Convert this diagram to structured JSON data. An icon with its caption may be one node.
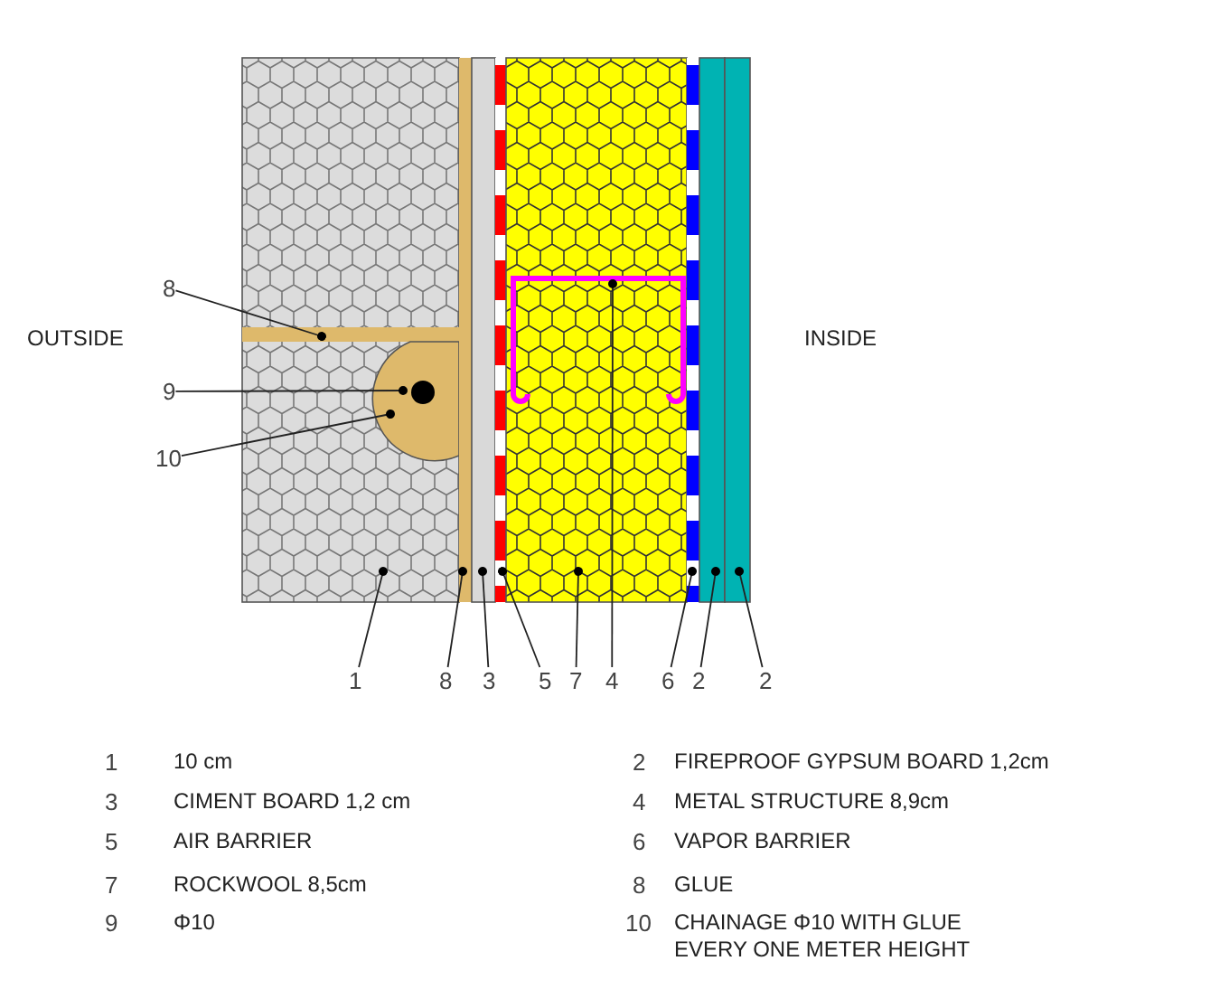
{
  "diagram": {
    "nodes": [
      {
        "text": [
          "8"
        ]
      },
      {
        "text": [
          "9"
        ]
      },
      {
        "text": [
          "10"
        ]
      },
      {
        "text": [
          "1"
        ]
      },
      {
        "text": [
          "8"
        ]
      },
      {
        "text": [
          "3"
        ]
      },
      {
        "text": [
          "5"
        ]
      },
      {
        "text": [
          "7"
        ]
      },
      {
        "text": [
          "4"
        ]
      },
      {
        "text": [
          "6"
        ]
      },
      {
        "text": [
          "2"
        ]
      },
      {
        "text": [
          "2"
        ]
      },
      {
        "text": [],
        "shape": "box"
      },
      {
        "text": [],
        "shape": "bar",
        "in": 12
      },
      {
        "text": [],
        "shape": "picture",
        "in": 12
      },
      {
        "text": [],
        "shape": "circle",
        "in": 14
      },
      {
        "text": [],
        "shape": "bar"
      },
      {
        "text": [],
        "shape": "box"
      },
      {
        "text": [],
        "shape": "bar"
      },
      {
        "text": [],
        "shape": "box"
      },
      {
        "text": [],
        "shape": "picture",
        "in": 19
      },
      {
        "text": [],
        "shape": "bar"
      },
      {
        "text": [],
        "shape": "box"
      },
      {
        "text": [],
        "shape": "box"
      }
    ],
    "edges": [
      {
        "from": 0,
        "to": 13,
        "arrow": "other"
      },
      {
        "from": 1,
        "to": 15,
        "arrow": "other"
      },
      {
        "from": 2,
        "to": 14,
        "arrow": "other"
      },
      {
        "from": 3,
        "to": 12,
        "arrow": "other"
      },
      {
        "from": 4,
        "to": 16,
        "arrow": "other"
      },
      {
        "from": 5,
        "to": 17,
        "arrow": "other"
      },
      {
        "from": 6,
        "to": 18,
        "arrow": "other"
      },
      {
        "from": 7,
        "to": 19,
        "arrow": "other"
      },
      {
        "from": 8,
        "to": 20,
        "arrow": "other"
      },
      {
        "from": 9,
        "to": 21,
        "arrow": "other"
      },
      {
        "from": 10,
        "to": 22,
        "arrow": "other"
      },
      {
        "from": 11,
        "to": 23,
        "arrow": "other"
      }
    ],
    "labels": [
      "OUTSIDE",
      "INSIDE",
      "1",
      "10 cm",
      "2",
      "FIREPROOF GYPSUM BOARD 1,2cm",
      "3",
      "CIMENT BOARD 1,2 cm",
      "4",
      "METAL STRUCTURE 8,9cm",
      "5",
      "AIR BARRIER",
      "6",
      "VAPOR BARRIER",
      "7",
      "ROCKWOOL 8,5cm",
      "8",
      "GLUE",
      "9",
      "Φ10",
      "10",
      "CHAINAGE Φ10 WITH GLUE EVERY ONE METER HEIGHT"
    ]
  }
}
